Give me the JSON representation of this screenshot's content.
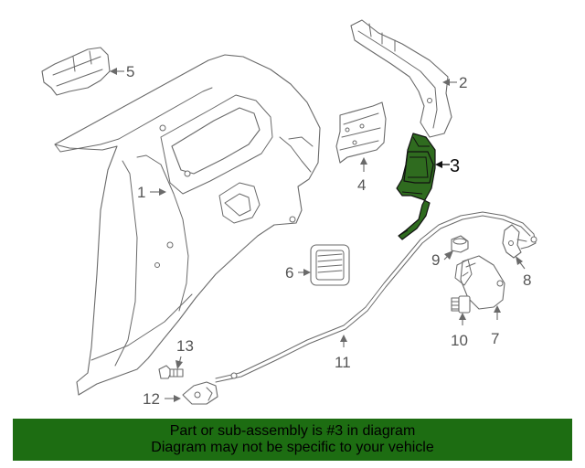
{
  "callouts": {
    "c1": "1",
    "c2": "2",
    "c3": "3",
    "c4": "4",
    "c5": "5",
    "c6": "6",
    "c7": "7",
    "c8": "8",
    "c9": "9",
    "c10": "10",
    "c11": "11",
    "c12": "12",
    "c13": "13"
  },
  "highlighted_part": "3",
  "banner": {
    "line1": "Part or sub-assembly is #3 in diagram",
    "line2": "Diagram may not be specific to your vehicle"
  },
  "colors": {
    "highlight_fill": "#2f6b1f",
    "banner_background": "#1d6d12",
    "line_art": "#6a6a6a"
  }
}
